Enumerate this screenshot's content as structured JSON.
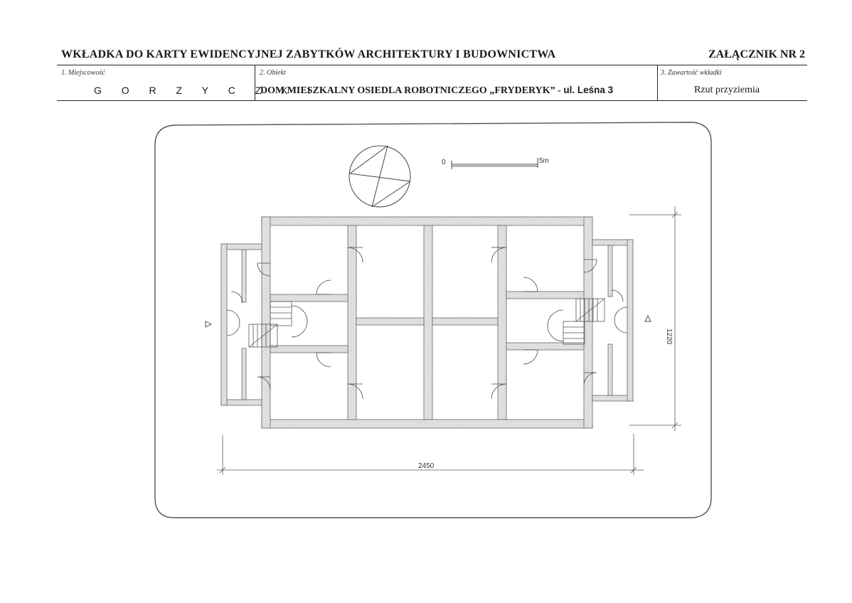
{
  "header": {
    "title": "WKŁADKA DO KARTY EWIDENCYJNEJ ZABYTKÓW ARCHITEKTURY I BUDOWNICTWA",
    "annex": "ZAŁĄCZNIK NR 2"
  },
  "fields": {
    "locality_label": "1. Miejscowość",
    "locality_value": "G O R Z Y C Z K I",
    "object_label": "2. Obiekt",
    "object_value": "DOM MIESZKALNY OSIEDLA ROBOTNICZEGO „FRYDERYK” - ",
    "object_address": "ul. Leśna 3",
    "content_label": "3. Zawartość wkładki",
    "content_value": "Rzut przyziemia"
  },
  "drawing": {
    "scale_zero": "0",
    "scale_end": "5m",
    "width_dimension": "2450",
    "height_dimension": "1220"
  }
}
